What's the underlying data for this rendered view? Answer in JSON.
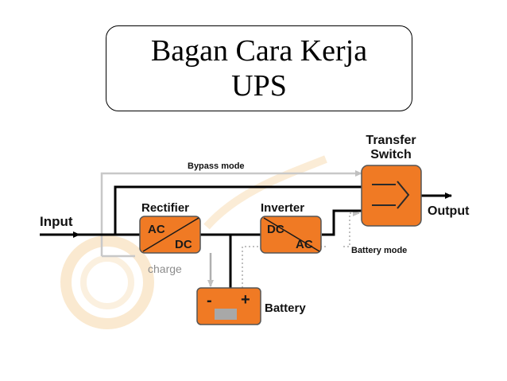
{
  "title": {
    "line1": "Bagan Cara Kerja",
    "line2": "UPS"
  },
  "diagram": {
    "input_label": "Input",
    "output_label": "Output",
    "bypass_label": "Bypass mode",
    "transfer_switch_line1": "Transfer",
    "transfer_switch_line2": "Switch",
    "rectifier_label": "Rectifier",
    "rectifier_in": "AC",
    "rectifier_out": "DC",
    "inverter_label": "Inverter",
    "inverter_in": "DC",
    "inverter_out": "AC",
    "charge_label": "charge",
    "battery_label": "Battery",
    "battery_minus": "-",
    "battery_plus": "+",
    "battery_mode_label": "Battery mode"
  },
  "colors": {
    "component_orange": "#f07a24",
    "bypass_line": "#c8c8c8",
    "charge_line": "#b0b0b0",
    "main_line": "#000000"
  }
}
